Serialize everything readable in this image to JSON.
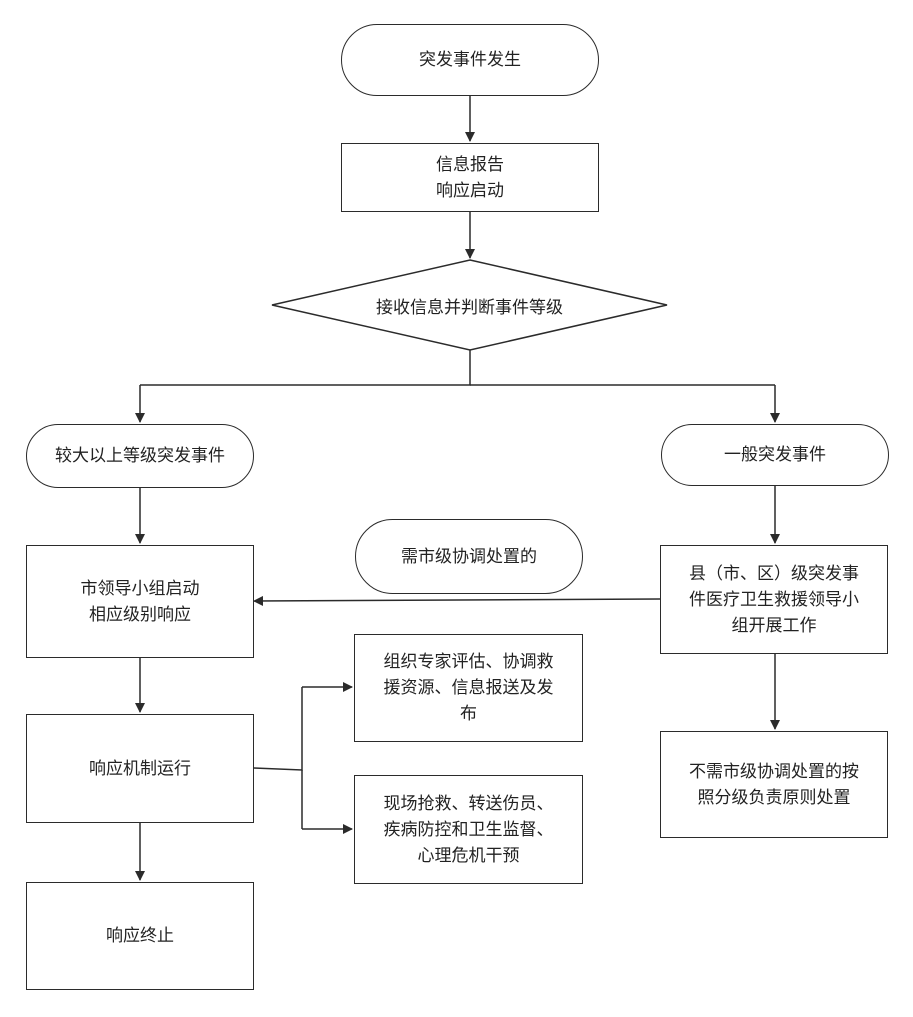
{
  "nodes": {
    "start": "突发事件发生",
    "report": "信息报告\n响应启动",
    "judge": "接收信息并判断事件等级",
    "major": "较大以上等级突发事件",
    "general": "一般突发事件",
    "city_leader": "市领导小组启动\n相应级别响应",
    "need_city": "需市级协调处置的",
    "county": "县（市、区）级突发事\n件医疗卫生救援领导小\n组开展工作",
    "mechanism": "响应机制运行",
    "expert": "组织专家评估、协调救\n援资源、信息报送及发\n布",
    "rescue": "现场抢救、转送伤员、\n疾病防控和卫生监督、\n心理危机干预",
    "no_need_city": "不需市级协调处置的按\n照分级负责原则处置",
    "end": "响应终止"
  }
}
